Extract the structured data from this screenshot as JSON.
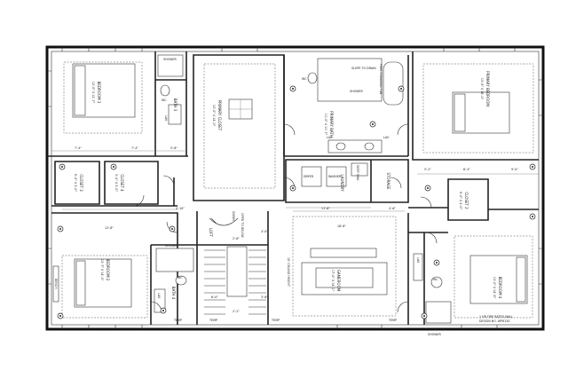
{
  "rooms": {
    "bedroom3": {
      "name": "BEDROOM 3",
      "size": "12'-0\" X 12'-7\""
    },
    "bedroom2": {
      "name": "BEDROOM 2",
      "size": "13'-7\" X 14'-3\""
    },
    "bedroom4": {
      "name": "BEDROOM 4",
      "size": "13'-0\" X 14'-6\""
    },
    "primary_bedroom": {
      "name": "PRIMARY BEDROOM",
      "size": "13'-6\" X 16'-0\""
    },
    "primary_closet": {
      "name": "PRIMARY CLOSET",
      "size": "12'-0\" X 14'-0\""
    },
    "primary_bath": {
      "name": "PRIMARY BATH",
      "size": "11'-0\" X 11'-7\""
    },
    "bath3": {
      "name": "BATH 3"
    },
    "bath4": {
      "name": "BATH 4"
    },
    "closet3": {
      "name": "CLOSET 3",
      "size": "6'-0\" X 3'-0\""
    },
    "closet4": {
      "name": "CLOSET 4",
      "size": "5'-0\" X 3'-0\""
    },
    "closet2": {
      "name": "CLOSET 2",
      "size": "6'-0\" X 3'-0\""
    },
    "laundry": {
      "name": "LAUNDRY"
    },
    "storage": {
      "name": "STORAGE"
    },
    "loft": {
      "name": "LOFT"
    },
    "game_room": {
      "name": "GAMEROOM",
      "size": "17'-0\" X 14'-1\""
    }
  },
  "labels": {
    "shower": "SHOWER",
    "wc": "WC",
    "lav": "LAV",
    "dryer": "DRYER",
    "washer": "WASHER",
    "deep_sink": "DEEP SINK",
    "slope_to_drain": "SLOPE TO DRAIN",
    "free_standing_tub": "FREE STANDING TUB",
    "bench": "BENCH",
    "temp": "TEMP",
    "down": "DOWN",
    "open_to_below": "OPEN TO BELOW",
    "ceiling_height": "10' CEILING HEIGHT",
    "fire_note": "1 HR FIRE RATED WALL",
    "design_no": "DESIGN NO. WP8130"
  },
  "dimensions": {
    "d_7_4_a": "7'-4\"",
    "d_7_4_b": "7'-4\"",
    "d_5_8_a": "5'-8\"",
    "d_4_0": "4'-0\"",
    "d_4_10": "4'-10\"",
    "d_12_8": "12'-8\"",
    "d_11_6": "11'-6\"",
    "d_16_8": "16'-8\"",
    "d_2_6": "2'-6\"",
    "d_6_4": "6'-4\"",
    "d_9_0": "9'-0\"",
    "d_5_2": "5'-2\"",
    "d_4_6": "4'-6\"",
    "d_6_0": "6'-0\"",
    "d_3_6": "3'-6\"",
    "d_2_2": "2'-2\""
  }
}
